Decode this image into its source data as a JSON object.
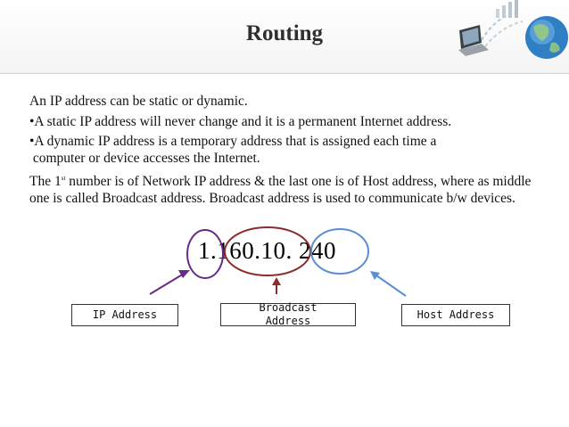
{
  "slide": {
    "title": "Routing",
    "paragraphs": [
      "An IP address can be static or dynamic.",
      "•A static IP address will never change and it is a permanent Internet address.",
      "•A dynamic IP address is a temporary address that is assigned each time a\n computer or device accesses the Internet."
    ],
    "para4_pre": "The 1",
    "para4_sup": "st",
    "para4_post": " number is of Network IP address & the last one is of Host address, where as middle one is called Broadcast address. Broadcast address is used to communicate b/w devices.",
    "ip_value": "1.160.10. 240",
    "labels": {
      "ip_address": "IP Address",
      "broadcast_address": "Broadcast Address",
      "host_address": "Host Address"
    }
  },
  "colors": {
    "ip_circle": "#6a2a86",
    "broadcast_circle": "#8c2c2c",
    "host_circle": "#5b8fd0",
    "title_text": "#2f2f2f"
  },
  "icons": [
    "computer-icon",
    "globe-icon",
    "signal-arrows-icon"
  ]
}
